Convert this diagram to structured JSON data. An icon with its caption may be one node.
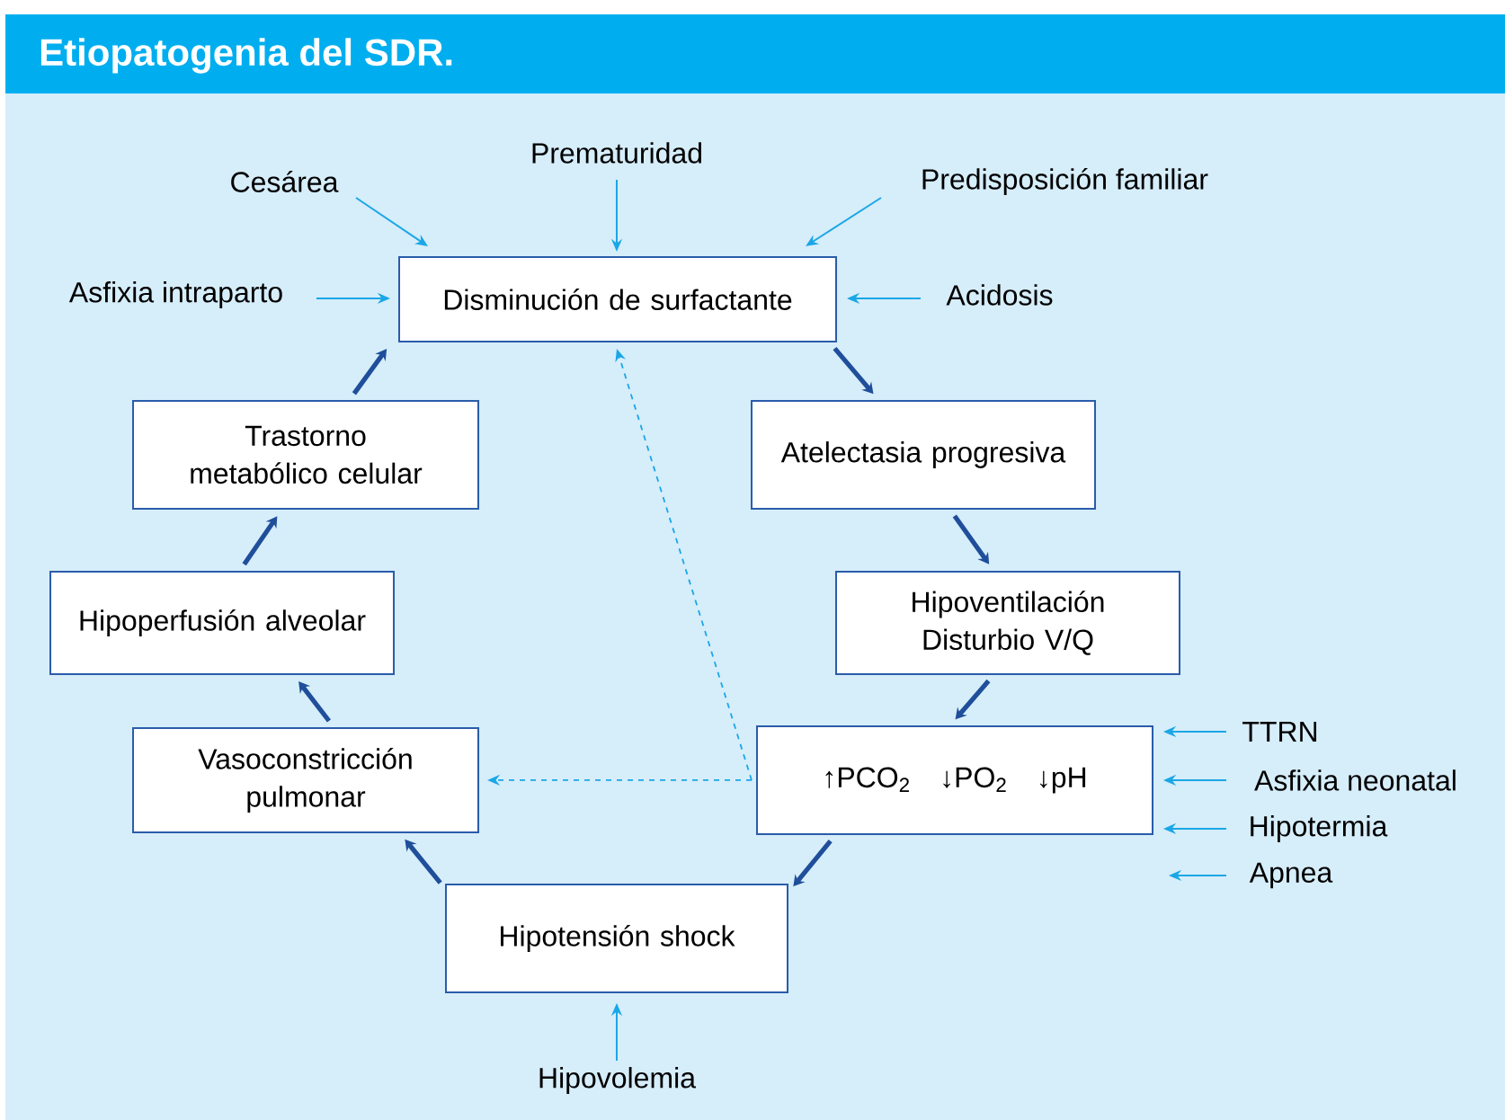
{
  "diagram": {
    "title": "Etiopatogenia del SDR.",
    "nodes": [
      {
        "text": [
          "Disminución de surfactante"
        ]
      },
      {
        "text": [
          "Atelectasia progresiva"
        ]
      },
      {
        "text": [
          "Hipoventilación Disturbio V/Q"
        ]
      },
      {
        "text": [
          "↑PCO$_{2}$",
          "↓PO$_{2}$",
          "↓pH"
        ]
      },
      {
        "text": [
          "Hipotensión shock"
        ]
      },
      {
        "text": [
          "Vasoconstricción pulmonar"
        ]
      },
      {
        "text": [
          "Hipoperfusión alveolar"
        ]
      },
      {
        "text": [
          "Trastorno metabólico celular"
        ]
      },
      {
        "text": [
          "Cesárea"
        ]
      },
      {
        "text": [
          "Prematuridad"
        ]
      },
      {
        "text": [
          "Predisposición familiar"
        ]
      },
      {
        "text": [
          "Asfixia intraparto"
        ]
      },
      {
        "text": [
          "Acidosis"
        ]
      },
      {
        "text": [
          "TTRN"
        ]
      },
      {
        "text": [
          "Asfixia neonatal"
        ]
      },
      {
        "text": [
          "Hipotermia"
        ]
      },
      {
        "text": [
          "Apnea"
        ]
      },
      {
        "text": [
          "Hipovolemia"
        ]
      }
    ],
    "edges": [
      {
        "from": 8,
        "to": 0,
        "arrow": "to"
      },
      {
        "from": 9,
        "to": 0,
        "arrow": "to"
      },
      {
        "from": 10,
        "to": 0,
        "arrow": "to"
      },
      {
        "from": 11,
        "to": 0,
        "arrow": "to"
      },
      {
        "from": 12,
        "to": 0,
        "arrow": "to"
      },
      {
        "from": 0,
        "to": 1,
        "arrow": "to",
        "style": "thick",
        "color": "#1f4e9a"
      },
      {
        "from": 1,
        "to": 2,
        "arrow": "to",
        "style": "thick",
        "color": "#1f4e9a"
      },
      {
        "from": 2,
        "to": 3,
        "arrow": "to",
        "style": "thick",
        "color": "#1f4e9a"
      },
      {
        "from": 3,
        "to": 4,
        "arrow": "to",
        "style": "thick",
        "color": "#1f4e9a"
      },
      {
        "from": 4,
        "to": 5,
        "arrow": "to",
        "style": "thick",
        "color": "#1f4e9a"
      },
      {
        "from": 5,
        "to": 6,
        "arrow": "to",
        "style": "thick",
        "color": "#1f4e9a"
      },
      {
        "from": 6,
        "to": 7,
        "arrow": "to",
        "style": "thick",
        "color": "#1f4e9a"
      },
      {
        "from": 7,
        "to": 0,
        "arrow": "to",
        "style": "thick",
        "color": "#1f4e9a"
      },
      {
        "from": 3,
        "to": 0,
        "arrow": "to",
        "style": "dashed"
      },
      {
        "from": 3,
        "to": 5,
        "arrow": "to",
        "style": "dashed"
      },
      {
        "from": 13,
        "to": 3,
        "arrow": "to"
      },
      {
        "from": 14,
        "to": 3,
        "arrow": "to"
      },
      {
        "from": 15,
        "to": 3,
        "arrow": "to"
      },
      {
        "from": 16,
        "to": 3,
        "arrow": "to"
      },
      {
        "from": 17,
        "to": 4,
        "arrow": "to"
      }
    ]
  }
}
